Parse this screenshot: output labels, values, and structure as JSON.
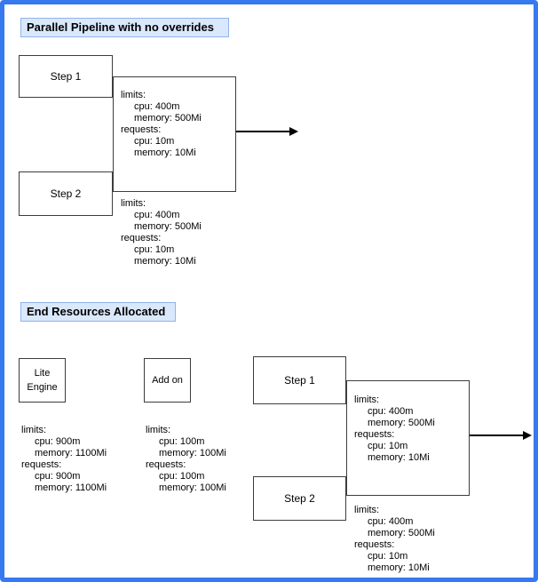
{
  "colors": {
    "outer_border": "#3679f0",
    "title_fill": "#dae8fc",
    "title_border": "#8fb4ea",
    "node_border": "#3d3d3d",
    "line": "#000000"
  },
  "sections": [
    {
      "title": "Parallel Pipeline with no overrides",
      "nodes": [
        {
          "label": "Step 1"
        },
        {
          "label": "Step 2"
        }
      ],
      "resource_blocks": [
        {
          "lines": [
            "limits:",
            "cpu: 400m",
            "memory: 500Mi",
            "requests:",
            "cpu: 10m",
            "memory: 10Mi"
          ]
        },
        {
          "lines": [
            "limits:",
            "cpu: 400m",
            "memory: 500Mi",
            "requests:",
            "cpu: 10m",
            "memory: 10Mi"
          ]
        }
      ]
    },
    {
      "title": "End Resources Allocated",
      "nodes": [
        {
          "label_line1": "Lite",
          "label_line2": "Engine"
        },
        {
          "label": "Add on"
        },
        {
          "label": "Step 1"
        },
        {
          "label": "Step 2"
        }
      ],
      "resource_blocks": [
        {
          "lines": [
            "limits:",
            "cpu: 900m",
            "memory: 1100Mi",
            "requests:",
            "cpu: 900m",
            "memory: 1100Mi"
          ]
        },
        {
          "lines": [
            "limits:",
            "cpu: 100m",
            "memory: 100Mi",
            "requests:",
            "cpu: 100m",
            "memory: 100Mi"
          ]
        },
        {
          "lines": [
            "limits:",
            "cpu: 400m",
            "memory: 500Mi",
            "requests:",
            "cpu: 10m",
            "memory: 10Mi"
          ]
        },
        {
          "lines": [
            "limits:",
            "cpu: 400m",
            "memory: 500Mi",
            "requests:",
            "cpu: 10m",
            "memory: 10Mi"
          ]
        }
      ]
    }
  ]
}
